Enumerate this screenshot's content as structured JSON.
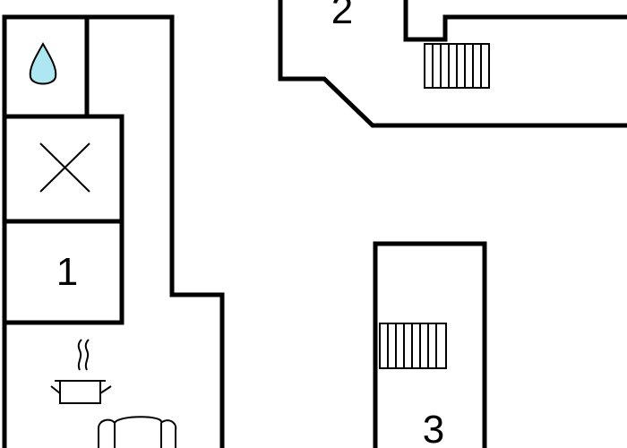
{
  "floorplan": {
    "colors": {
      "wall": "#000000",
      "background": "#ffffff",
      "water": "#aee6f2"
    },
    "rooms": [
      {
        "label": "1"
      },
      {
        "label": "2"
      },
      {
        "label": "3"
      }
    ],
    "icons": [
      "water-drop-icon",
      "cross-icon",
      "stairs-icon",
      "cooking-pot-icon",
      "sofa-icon"
    ]
  }
}
